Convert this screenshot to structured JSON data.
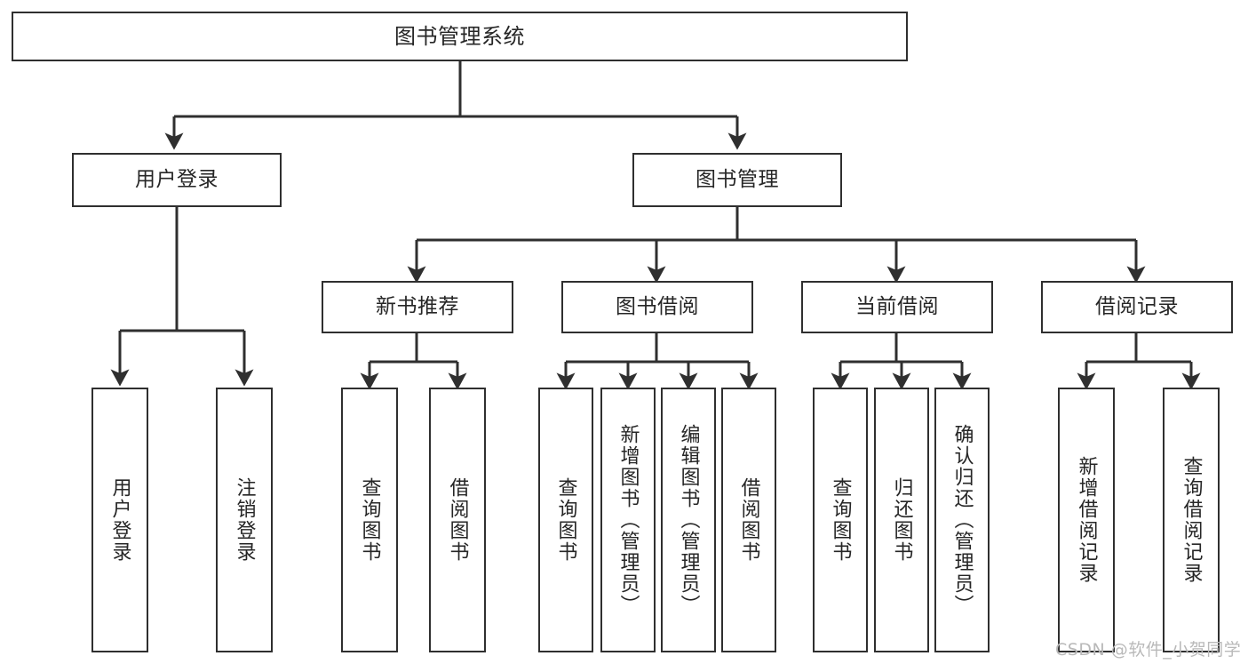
{
  "diagram": {
    "title": "图书管理系统",
    "root": {
      "label": "图书管理系统"
    },
    "level2": [
      {
        "label": "用户登录"
      },
      {
        "label": "图书管理"
      }
    ],
    "level3": [
      {
        "label": "新书推荐"
      },
      {
        "label": "图书借阅"
      },
      {
        "label": "当前借阅"
      },
      {
        "label": "借阅记录"
      }
    ],
    "leaves": {
      "user_login": [
        {
          "label": "用户登录"
        },
        {
          "label": "注销登录"
        }
      ],
      "new_book_recommend": [
        {
          "label": "查询图书"
        },
        {
          "label": "借阅图书"
        }
      ],
      "book_borrow": [
        {
          "label": "查询图书"
        },
        {
          "label": "新增图书（管理员）"
        },
        {
          "label": "编辑图书（管理员）"
        },
        {
          "label": "借阅图书"
        }
      ],
      "current_borrow": [
        {
          "label": "查询图书"
        },
        {
          "label": "归还图书"
        },
        {
          "label": "确认归还（管理员）"
        }
      ],
      "borrow_record": [
        {
          "label": "新增借阅记录"
        },
        {
          "label": "查询借阅记录"
        }
      ]
    }
  },
  "watermark": {
    "text": "CSDN @软件_小贺同学"
  },
  "colors": {
    "stroke": "#2f2f2f",
    "text": "#262626",
    "background": "#ffffff",
    "watermark": "#b9b9b9"
  }
}
